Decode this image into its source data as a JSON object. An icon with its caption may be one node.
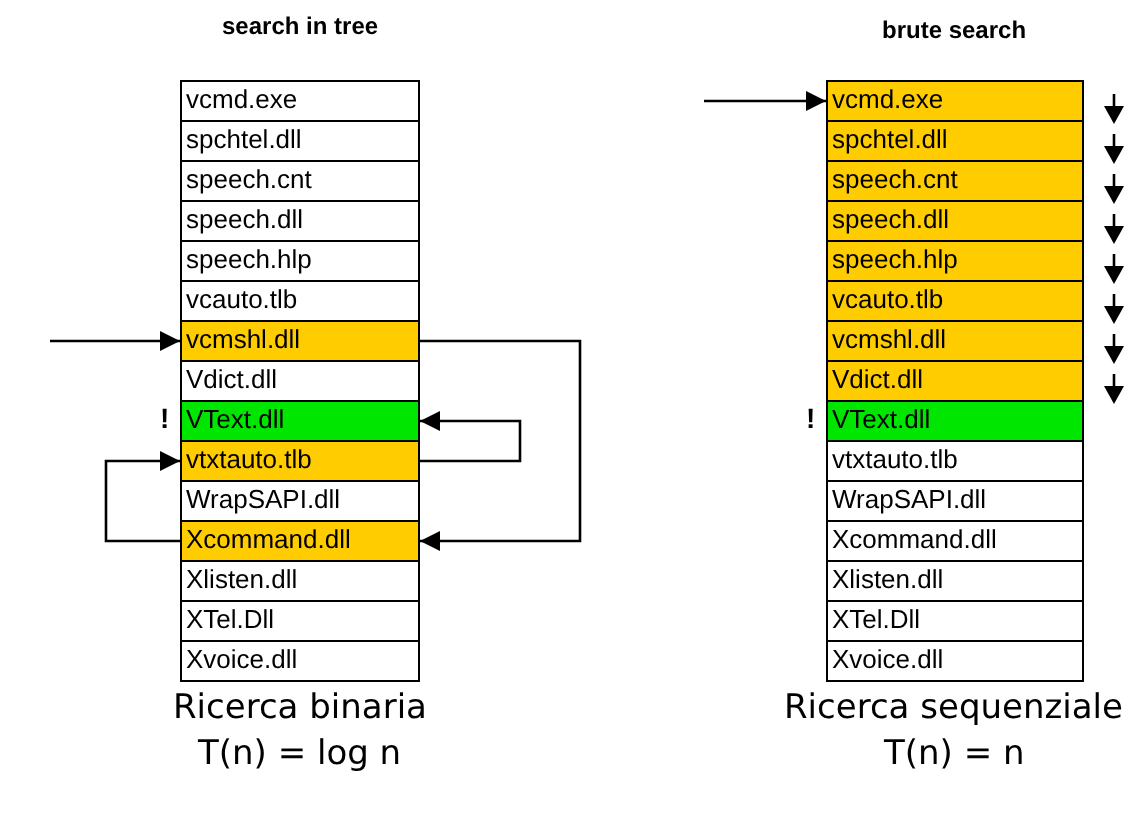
{
  "diagram": {
    "nodes": [
      {
        "text": [
          "vcmd.exe"
        ]
      },
      {
        "text": [
          "spchtel.dll"
        ]
      },
      {
        "text": [
          "speech.cnt"
        ]
      },
      {
        "text": [
          "speech.dll"
        ]
      },
      {
        "text": [
          "speech.hlp"
        ]
      },
      {
        "text": [
          "vcauto.tlb"
        ]
      },
      {
        "text": [
          "vcmshl.dll"
        ]
      },
      {
        "text": [
          "Vdict.dll"
        ]
      },
      {
        "text": [
          "VText.dll"
        ]
      },
      {
        "text": [
          "vtxtauto.tlb"
        ]
      },
      {
        "text": [
          "WrapSAPI.dll"
        ]
      },
      {
        "text": [
          "Xcommand.dll"
        ]
      },
      {
        "text": [
          "Xlisten.dll"
        ]
      },
      {
        "text": [
          "XTel.Dll"
        ]
      },
      {
        "text": [
          "Xvoice.dll"
        ]
      },
      {
        "text": [
          "vcmd.exe"
        ]
      },
      {
        "text": [
          "spchtel.dll"
        ]
      },
      {
        "text": [
          "speech.cnt"
        ]
      },
      {
        "text": [
          "speech.dll"
        ]
      },
      {
        "text": [
          "speech.hlp"
        ]
      },
      {
        "text": [
          "vcauto.tlb"
        ]
      },
      {
        "text": [
          "vcmshl.dll"
        ]
      },
      {
        "text": [
          "Vdict.dll"
        ]
      },
      {
        "text": [
          "VText.dll"
        ]
      },
      {
        "text": [
          "vtxtauto.tlb"
        ]
      },
      {
        "text": [
          "WrapSAPI.dll"
        ]
      },
      {
        "text": [
          "Xcommand.dll"
        ]
      },
      {
        "text": [
          "Xlisten.dll"
        ]
      },
      {
        "text": [
          "XTel.Dll"
        ]
      },
      {
        "text": [
          "Xvoice.dll"
        ]
      }
    ],
    "edges": [
      {
        "from": null,
        "to": 6,
        "arrow": "to"
      },
      {
        "from": 6,
        "to": 11,
        "arrow": "to"
      },
      {
        "from": 11,
        "to": 9,
        "arrow": "to"
      },
      {
        "from": 9,
        "to": 8,
        "arrow": "to"
      },
      {
        "from": null,
        "to": 15,
        "arrow": "to"
      }
    ],
    "labels": [
      "search in tree",
      "brute search",
      "!",
      "!",
      "Ricerca binaria",
      "T(n) = log n",
      "Ricerca sequenziale",
      "T(n) = n"
    ]
  }
}
